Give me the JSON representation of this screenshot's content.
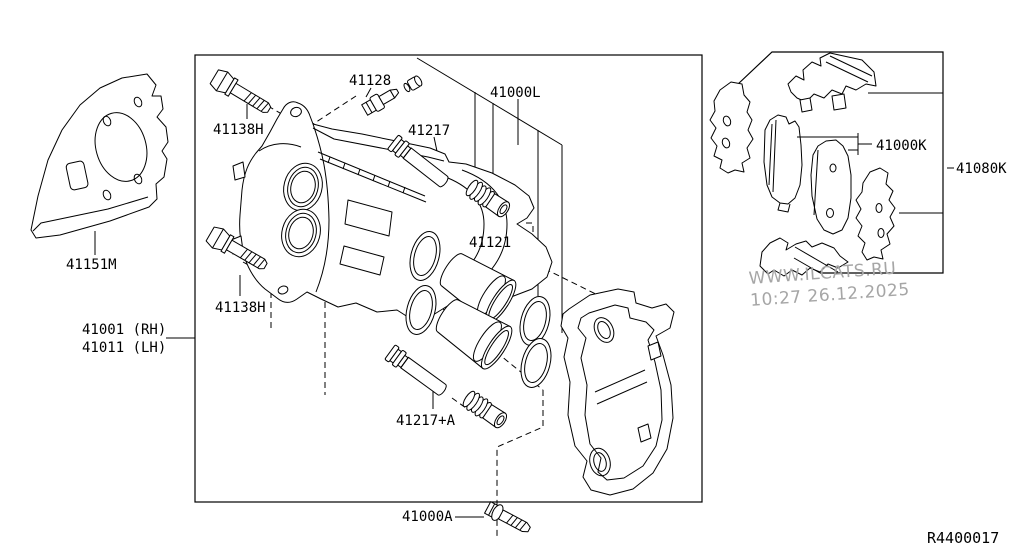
{
  "diagram": {
    "ref_code": "R4400017",
    "watermark": {
      "line1": "WWW.ILCATS.RU",
      "line2": "10:27 26.12.2025"
    },
    "parts": {
      "splash_shield": "41151M",
      "caliper_rh": "41001 (RH)",
      "caliper_lh": "41011 (LH)",
      "mount_bolt_upper": "41138H",
      "mount_bolt_lower": "41138H",
      "bleeder_valve": "41128",
      "slide_pin_upper": "41217",
      "slide_pin_lower": "41217+A",
      "seal_kit": "41000L",
      "piston": "41121",
      "pad_bolt": "41000A",
      "pad_kit": "41000K",
      "pad_hardware_kit": "41080K"
    }
  }
}
